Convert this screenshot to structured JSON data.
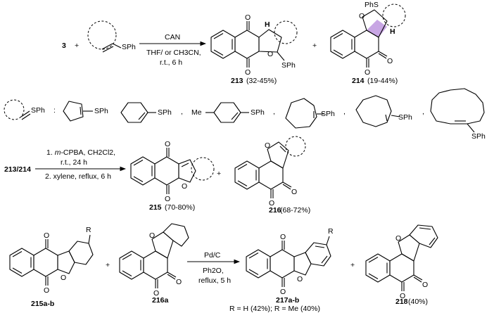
{
  "colors": {
    "green": "#47e547",
    "pink": "#f6a9a9",
    "lavender": "#c8a6e4",
    "cyan": "#1fd7e6",
    "yellow": "#ffff33"
  },
  "labels": {
    "atom_O": "O",
    "atom_H": "H",
    "atom_S": "S",
    "atom_R": "R",
    "SPh": "SPh",
    "PhS": "PhS",
    "Me": "Me",
    "plus": "+",
    "colon": ":",
    "comma": ","
  },
  "row1": {
    "reactant_num": "3",
    "reagent": "CAN",
    "cond1": "THF/ or CH3CN,",
    "cond2": "r.t., 6 h",
    "p1_num": "213",
    "p1_yield": "(32-45%)",
    "p2_num": "214",
    "p2_yield": "(19-44%)"
  },
  "row3": {
    "start": "213/214",
    "c1_a": "1. ",
    "c1_b": "m",
    "c1_c": "-CPBA, CH2Cl2,",
    "c2": "r.t., 24 h",
    "c3": "2. xylene, reflux, 6 h",
    "p1_num": "215",
    "p1_yield": "(70-80%)",
    "p2_num": "216",
    "p2_yield": "(68-72%)"
  },
  "row4": {
    "s1": "215a-b",
    "s2": "216a",
    "reagent": "Pd/C",
    "cond1": "Ph2O,",
    "cond2": "reflux, 5 h",
    "p1_num": "217a-b",
    "p1_note": "R = H (42%); R = Me (40%)",
    "p2_num": "218",
    "p2_yield": "(40%)"
  }
}
